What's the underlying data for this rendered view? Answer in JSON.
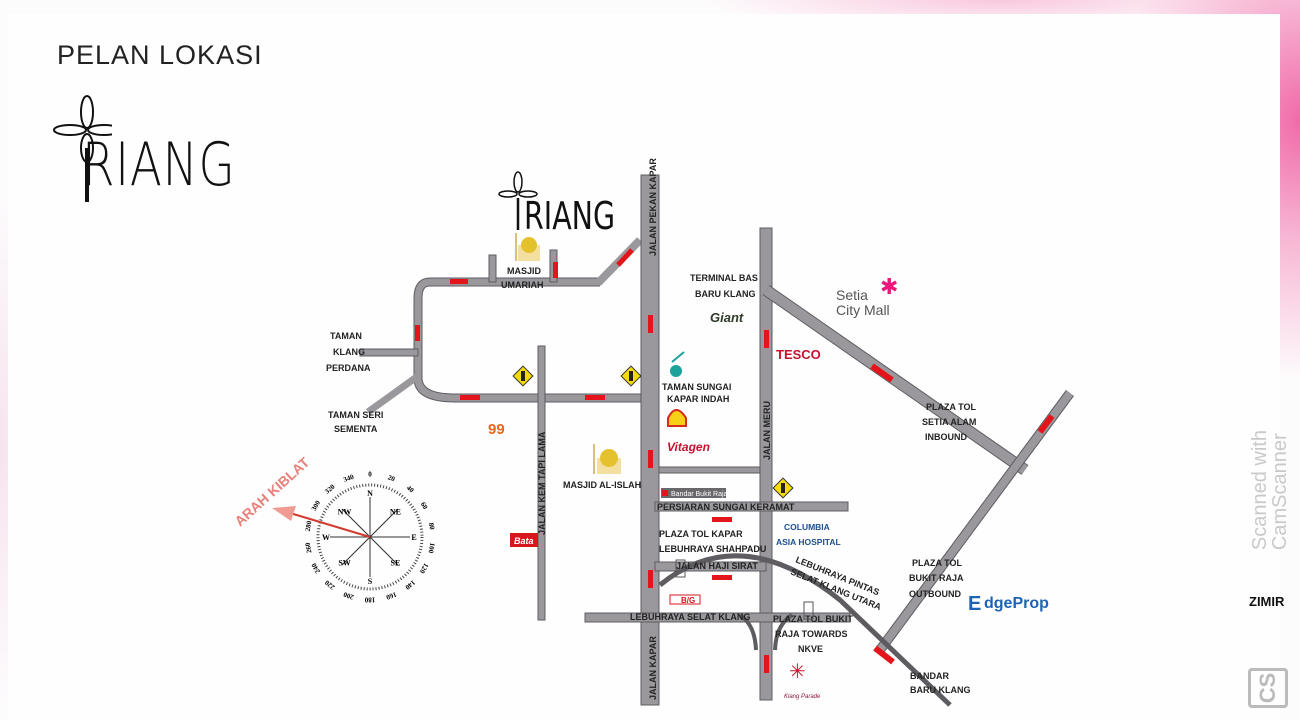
{
  "title": "PELAN LOKASI",
  "logo": {
    "word": "RIANG"
  },
  "map": {
    "roads": {
      "jalan_pekan_kapar": "JALAN PEKAN KAPAR",
      "jalan_kapar": "JALAN KAPAR",
      "jalan_meru": "JALAN MERU",
      "jalan_kem_tapi_lama": "JALAN KEM TAPI LAMA",
      "persiaran": "PERSIARAN SUNGAI KERAMAT",
      "haji_sirat": "JALAN HAJI SIRAT",
      "selat_klang": "LEBUHRAYA SELAT KLANG",
      "pintas_1": "LEBUHRAYA PINTAS",
      "pintas_2": "SELAT KLANG UTARA"
    },
    "places": {
      "masjid_umariah_1": "MASJID",
      "masjid_umariah_2": "UMARIAH",
      "taman_klang_1": "TAMAN",
      "taman_klang_2": "KLANG",
      "taman_klang_3": "PERDANA",
      "taman_seri_1": "TAMAN SERI",
      "taman_seri_2": "SEMENTA",
      "terminal_1": "TERMINAL BAS",
      "terminal_2": "BARU KLANG",
      "giant": "Giant",
      "setia_1": "Setia",
      "setia_2": "City Mall",
      "tesco": "TESCO",
      "taman_sungai_1": "TAMAN SUNGAI",
      "taman_sungai_2": "KAPAR INDAH",
      "vitagen": "Vitagen",
      "speedmart": "99",
      "masjid_islah": "MASJID AL-ISLAH",
      "bandar_bukit_raja": "Bandar Bukit Raja",
      "plaza_kapar_1": "PLAZA TOL KAPAR",
      "plaza_kapar_2": "LEBUHRAYA SHAHPADU",
      "columbia_1": "COLUMBIA",
      "columbia_2": "ASIA HOSPITAL",
      "setia_alam_1": "PLAZA TOL",
      "setia_alam_2": "SETIA ALAM",
      "setia_alam_3": "INBOUND",
      "bukit_raja_out_1": "PLAZA TOL",
      "bukit_raja_out_2": "BUKIT RAJA",
      "bukit_raja_out_3": "OUTBOUND",
      "bukit_raja_nkve_1": "PLAZA TOL BUKIT",
      "bukit_raja_nkve_2": "RAJA TOWARDS",
      "bukit_raja_nkve_3": "NKVE",
      "bandar_baru_1": "BANDAR",
      "bandar_baru_2": "BARU KLANG",
      "bata": "Bata",
      "big": "B/G",
      "klang_parade": "Klang Parade",
      "edgeprop_e": "E",
      "edgeprop": "dgeProp"
    },
    "compass": {
      "arah_kiblat": "ARAH KIBLAT",
      "points": [
        "N",
        "NE",
        "E",
        "SE",
        "S",
        "SW",
        "W",
        "NW"
      ],
      "degrees": [
        "0",
        "20",
        "40",
        "60",
        "80",
        "100",
        "120",
        "140",
        "160",
        "180",
        "200",
        "220",
        "240",
        "260",
        "280",
        "300",
        "320",
        "340"
      ]
    }
  },
  "watermark": {
    "scanned": "Scanned with",
    "app": "CamScanner",
    "cs": "CS",
    "user": "ZIMIR"
  },
  "colors": {
    "road": "#9a989c",
    "arrow": "#e3151b",
    "kiblat": "#e8807a",
    "edgeprop": "#1d63b4",
    "setia": "#e6197d"
  }
}
